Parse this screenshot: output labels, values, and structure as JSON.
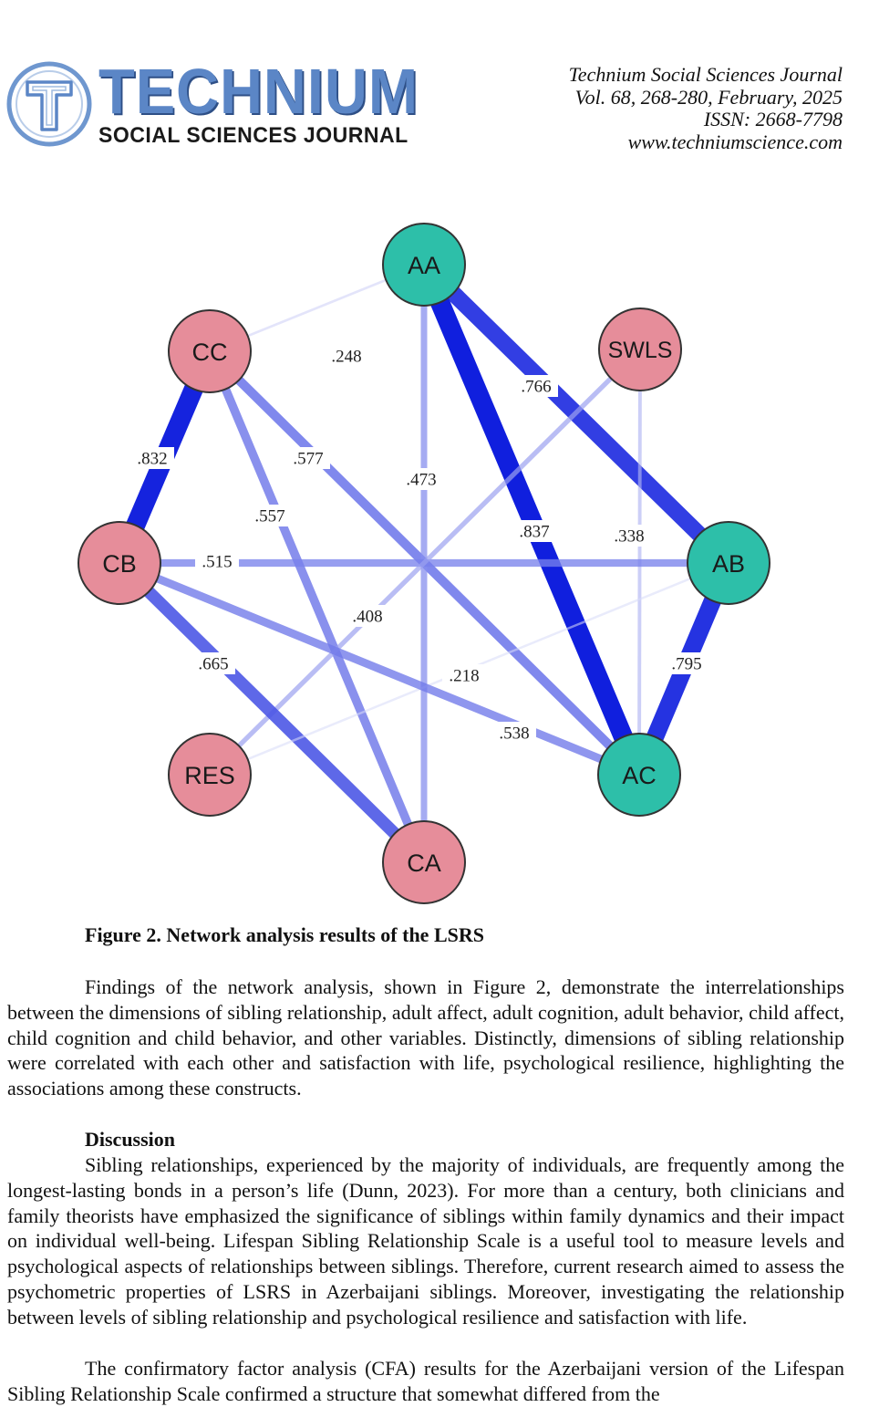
{
  "header": {
    "logo_title": "TECHNIUM",
    "logo_subtitle": "SOCIAL SCIENCES JOURNAL",
    "journal_name": "Technium Social Sciences Journal",
    "volume": "Vol. 68, 268-280, February, 2025",
    "issn": "ISSN: 2668-7798",
    "website": "www.techniumscience.com",
    "logo_colors": {
      "primary": "#5b86c6",
      "shadow": "#2e4f86"
    }
  },
  "figure": {
    "caption": "Figure 2. Network analysis results of the LSRS"
  },
  "chart_data": {
    "type": "network",
    "title": "Network analysis results of the LSRS",
    "node_colors": {
      "pink": "#e68d9a",
      "teal": "#2dbfa9"
    },
    "nodes": [
      {
        "id": "AA",
        "label": "AA",
        "group": "teal"
      },
      {
        "id": "CC",
        "label": "CC",
        "group": "pink"
      },
      {
        "id": "SWLS",
        "label": "SWLS",
        "group": "pink"
      },
      {
        "id": "CB",
        "label": "CB",
        "group": "pink"
      },
      {
        "id": "AB",
        "label": "AB",
        "group": "teal"
      },
      {
        "id": "RES",
        "label": "RES",
        "group": "pink"
      },
      {
        "id": "AC",
        "label": "AC",
        "group": "teal"
      },
      {
        "id": "CA",
        "label": "CA",
        "group": "pink"
      }
    ],
    "edges": [
      {
        "source": "CC",
        "target": "AA",
        "weight": 0.248,
        "label": ".248"
      },
      {
        "source": "AA",
        "target": "AB",
        "weight": 0.766,
        "label": ".766"
      },
      {
        "source": "CC",
        "target": "CB",
        "weight": 0.832,
        "label": ".832"
      },
      {
        "source": "CC",
        "target": "AC",
        "weight": 0.577,
        "label": ".577"
      },
      {
        "source": "AA",
        "target": "CA",
        "weight": 0.473,
        "label": ".473"
      },
      {
        "source": "CC",
        "target": "CA",
        "weight": 0.557,
        "label": ".557"
      },
      {
        "source": "AA",
        "target": "AC",
        "weight": 0.837,
        "label": ".837"
      },
      {
        "source": "SWLS",
        "target": "AC",
        "weight": 0.338,
        "label": ".338"
      },
      {
        "source": "CB",
        "target": "AB",
        "weight": 0.515,
        "label": ".515"
      },
      {
        "source": "SWLS",
        "target": "RES",
        "weight": 0.408,
        "label": ".408"
      },
      {
        "source": "CB",
        "target": "CA",
        "weight": 0.665,
        "label": ".665"
      },
      {
        "source": "RES",
        "target": "AB",
        "weight": 0.218,
        "label": ".218"
      },
      {
        "source": "CB",
        "target": "AC",
        "weight": 0.538,
        "label": ".538"
      },
      {
        "source": "AB",
        "target": "AC",
        "weight": 0.795,
        "label": ".795"
      }
    ]
  },
  "body": {
    "p1": "Findings of the network analysis, shown in Figure 2, demonstrate the interrelationships between the dimensions of sibling relationship, adult affect, adult cognition, adult behavior, child affect, child cognition and child behavior, and other variables. Distinctly, dimensions of sibling relationship were correlated with each other and satisfaction with life, psychological resilience, highlighting the associations among these constructs.",
    "discussion_heading": "Discussion",
    "p2": "Sibling relationships, experienced by the majority of individuals, are frequently among the longest-lasting bonds in a person’s life (Dunn, 2023). For more than a century, both clinicians and family theorists have emphasized the significance of siblings within family dynamics and their impact on individual well-being. Lifespan Sibling Relationship Scale is a useful tool to measure levels and psychological aspects of relationships between siblings. Therefore, current research aimed to assess the psychometric properties of LSRS in Azerbaijani siblings. Moreover, investigating the relationship between levels of sibling relationship and psychological resilience and satisfaction with life.",
    "p3": "The confirmatory factor analysis (CFA) results for the Azerbaijani version of the Lifespan Sibling Relationship Scale confirmed a structure that somewhat differed from the"
  }
}
